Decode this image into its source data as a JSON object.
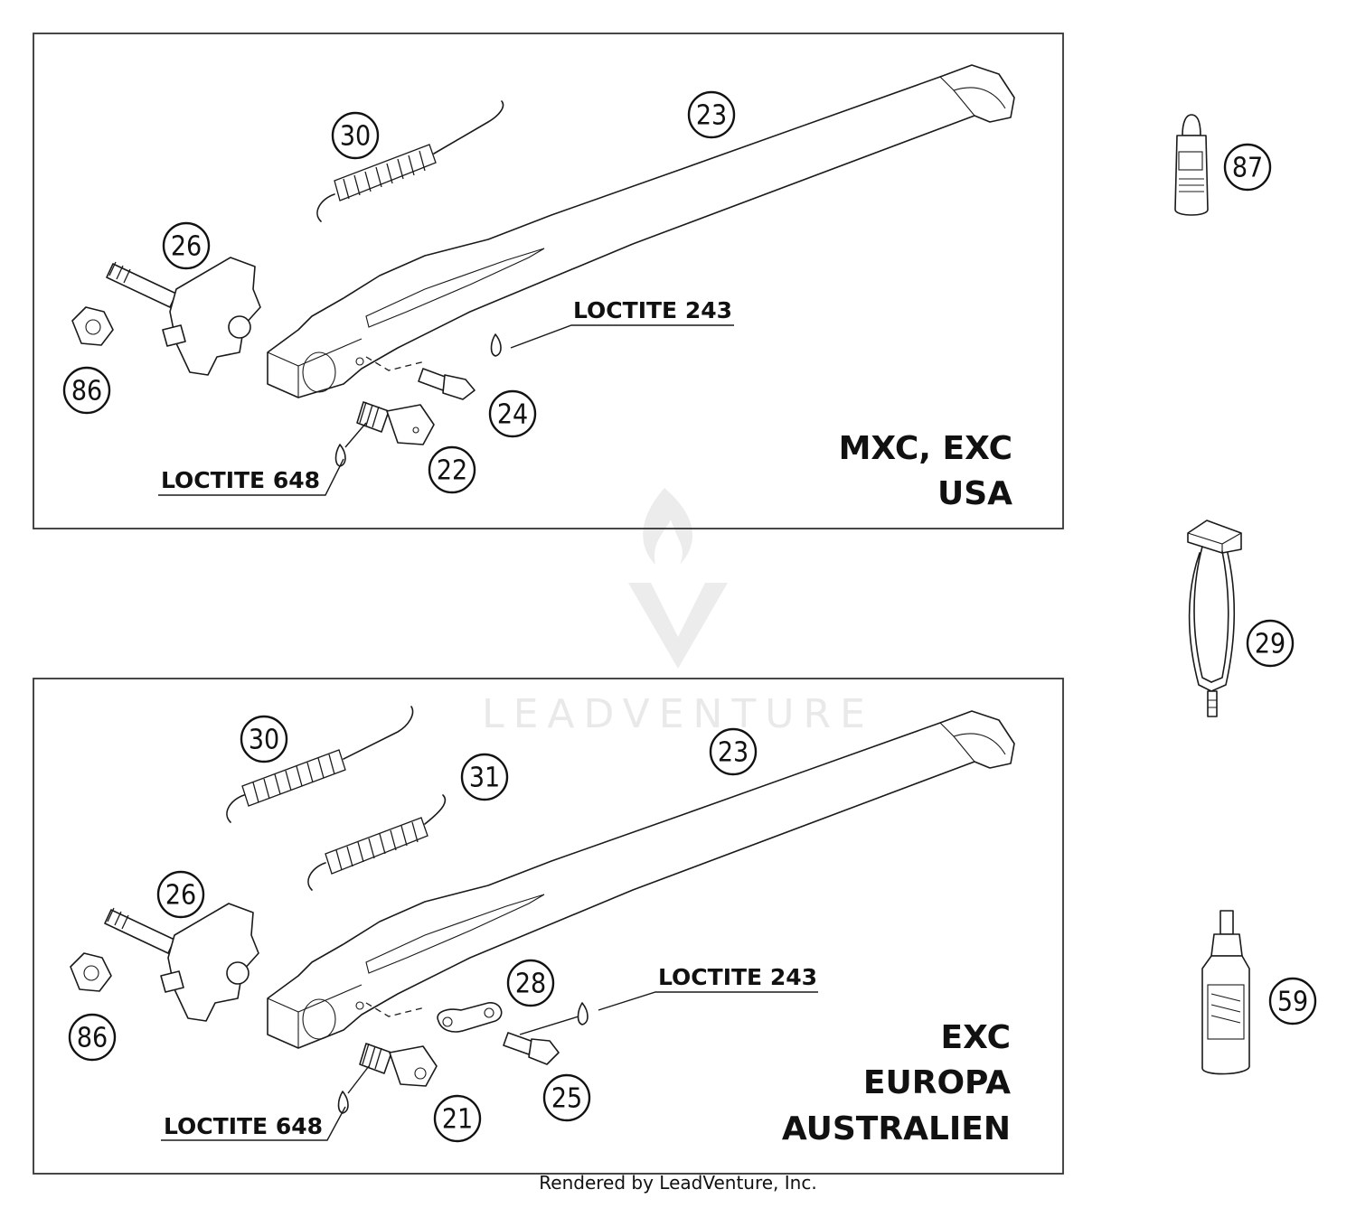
{
  "diagram": {
    "panels": [
      {
        "variant_lines": [
          "MXC, EXC",
          "USA"
        ],
        "callouts": [
          "30",
          "23",
          "26",
          "86",
          "24",
          "22"
        ],
        "loctite_labels": [
          "LOCTITE 243",
          "LOCTITE 648"
        ]
      },
      {
        "variant_lines": [
          "EXC",
          "EUROPA",
          "AUSTRALIEN"
        ],
        "callouts": [
          "30",
          "31",
          "23",
          "26",
          "86",
          "28",
          "25",
          "21"
        ],
        "loctite_labels": [
          "LOCTITE 243",
          "LOCTITE 648"
        ]
      }
    ],
    "side_callouts": [
      "87",
      "29",
      "59"
    ],
    "watermark": "LEADVENTURE",
    "footer": "Rendered by LeadVenture, Inc."
  }
}
